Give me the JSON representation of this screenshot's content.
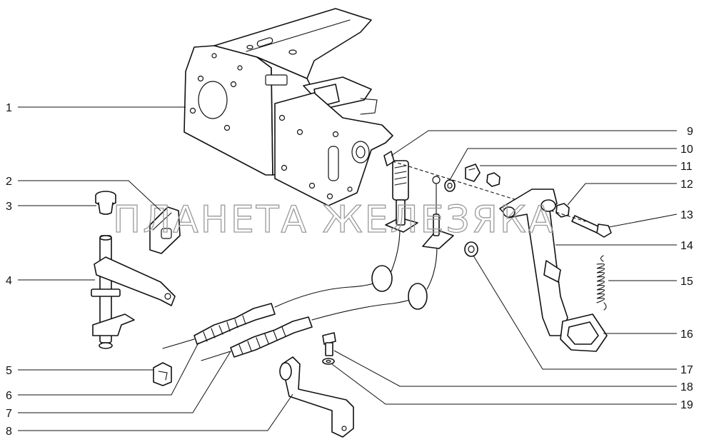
{
  "watermark": "ПЛАНЕТА ЖЕЛЕЗЯКА",
  "callouts": {
    "n1": "1",
    "n2": "2",
    "n3": "3",
    "n4": "4",
    "n5": "5",
    "n6": "6",
    "n7": "7",
    "n8": "8",
    "n9": "9",
    "n10": "10",
    "n11": "11",
    "n12": "12",
    "n13": "13",
    "n14": "14",
    "n15": "15",
    "n16": "16",
    "n17": "17",
    "n18": "18",
    "n19": "19"
  }
}
